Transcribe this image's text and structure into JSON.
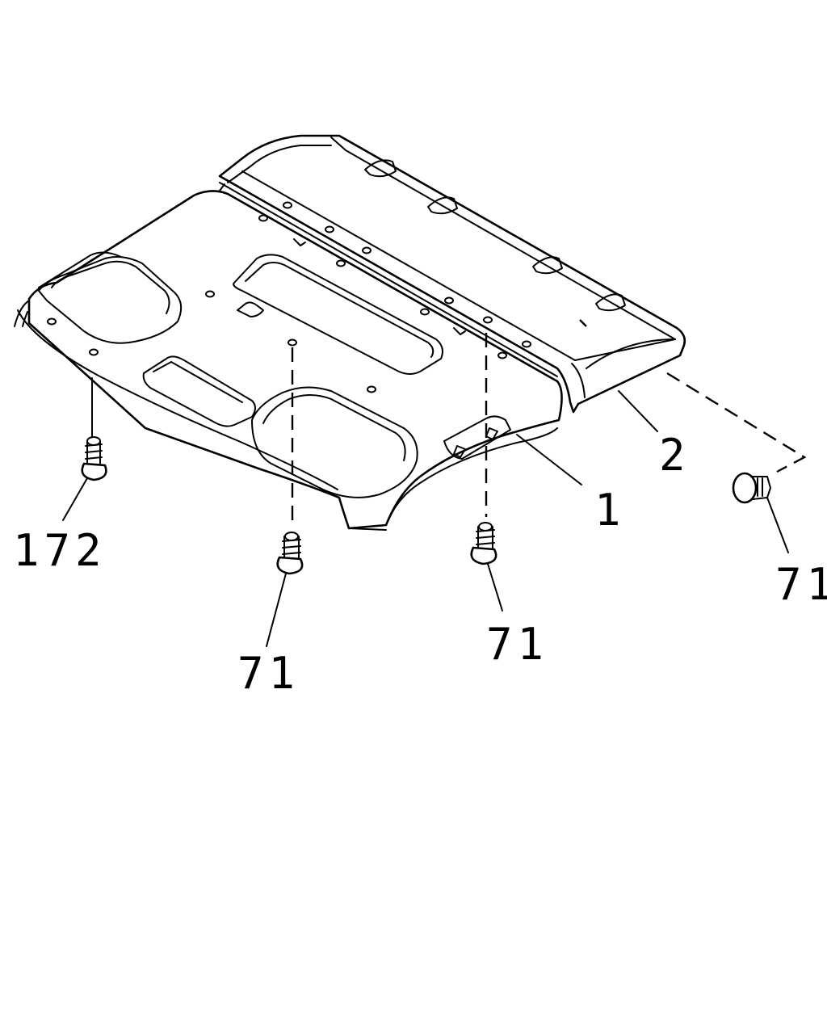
{
  "colors": {
    "background": "#ffffff",
    "ink": "#000000"
  },
  "callouts": {
    "headliner": "1",
    "rear_panel": "2",
    "clip_front_left": "172",
    "clip_front_center": "71",
    "clip_center_right": "71",
    "clip_rear_right": "71"
  }
}
